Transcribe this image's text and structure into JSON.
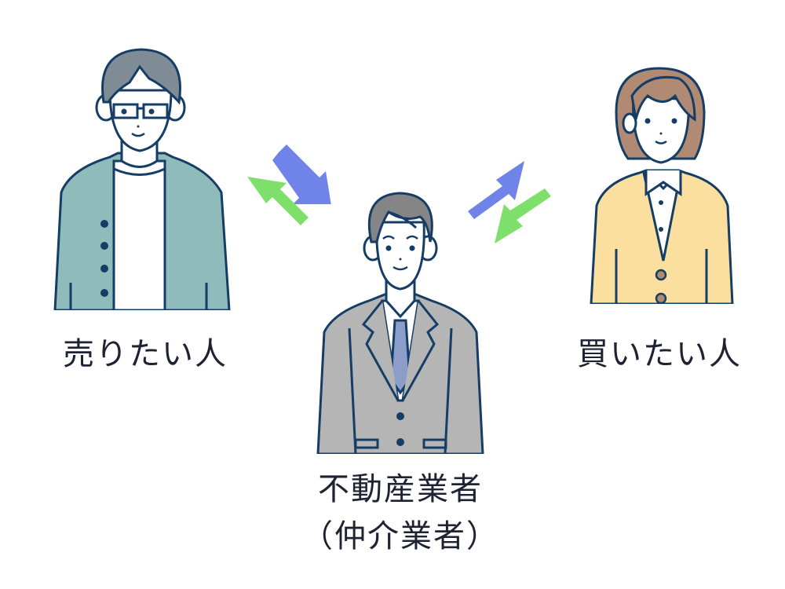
{
  "diagram": {
    "title": "",
    "nodes": [
      {
        "id": "seller",
        "label": "売りたい人"
      },
      {
        "id": "agent",
        "label_line1": "不動産業者",
        "label_line2": "（仲介業者）"
      },
      {
        "id": "buyer",
        "label": "買いたい人"
      }
    ],
    "edges": [
      {
        "from": "seller",
        "to": "agent",
        "color": "#6f83e8"
      },
      {
        "from": "agent",
        "to": "seller",
        "color": "#7ee06a"
      },
      {
        "from": "agent",
        "to": "buyer",
        "color": "#6f83e8"
      },
      {
        "from": "buyer",
        "to": "agent",
        "color": "#7ee06a"
      }
    ],
    "colors": {
      "outline": "#163d66",
      "seller_jacket": "#8fbcba",
      "seller_hair": "#7f8c96",
      "agent_suit": "#b5b5b5",
      "agent_hair": "#858585",
      "agent_tie": "#8b9dc8",
      "buyer_cardigan": "#fbdf9e",
      "buyer_hair": "#b08a73",
      "arrow_blue": "#6f83e8",
      "arrow_green": "#7ee06a",
      "text": "#1f2233"
    }
  }
}
